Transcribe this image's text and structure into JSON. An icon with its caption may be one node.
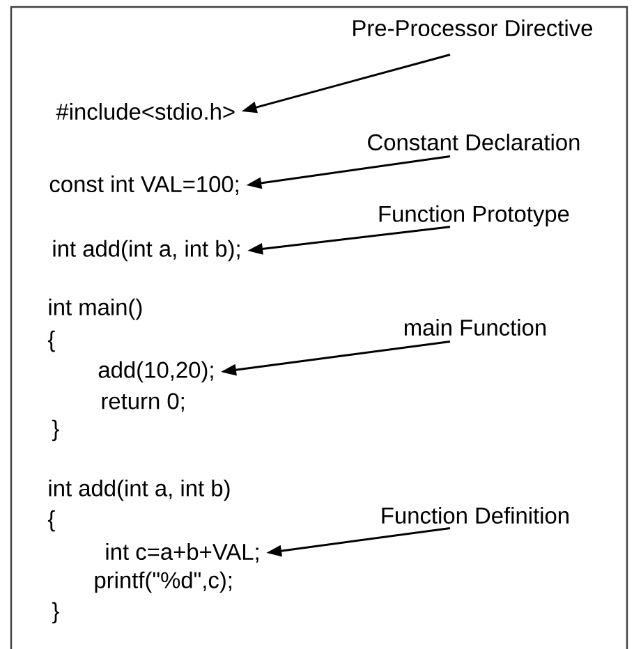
{
  "diagram": {
    "nodes": [
      {
        "text": [
          "Pre-Processor Directive"
        ]
      },
      {
        "text": [
          "#include<stdio.h>"
        ]
      },
      {
        "text": [
          "Constant Declaration"
        ]
      },
      {
        "text": [
          "const int VAL=100;"
        ]
      },
      {
        "text": [
          "Function Prototype"
        ]
      },
      {
        "text": [
          "int add(int a, int b);"
        ]
      },
      {
        "text": [
          "main Function"
        ]
      },
      {
        "text": [
          "add(10,20);"
        ]
      },
      {
        "text": [
          "Function Definition"
        ]
      },
      {
        "text": [
          "int c=a+b+VAL;"
        ]
      }
    ],
    "edges": [
      {
        "from": 0,
        "to": 1,
        "arrow": "to"
      },
      {
        "from": 2,
        "to": 3,
        "arrow": "to"
      },
      {
        "from": 4,
        "to": 5,
        "arrow": "to"
      },
      {
        "from": 6,
        "to": 7,
        "arrow": "to"
      },
      {
        "from": 8,
        "to": 9,
        "arrow": "to"
      }
    ],
    "labels": [
      "int main()",
      "{",
      "return 0;",
      "}",
      "int add(int a, int b)",
      "{",
      "printf(\"%d\",c);",
      "}"
    ]
  }
}
